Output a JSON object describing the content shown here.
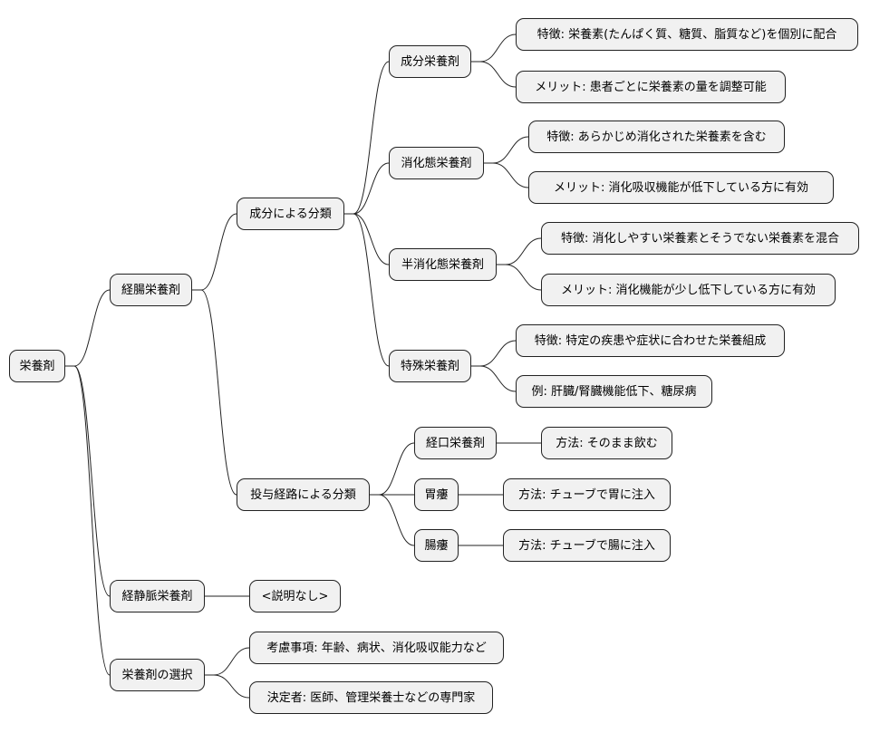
{
  "mindmap": {
    "root": "栄養剤",
    "enteral": {
      "label": "経腸栄養剤",
      "by_component": {
        "label": "成分による分類",
        "component": {
          "label": "成分栄養剤",
          "feature": "特徴: 栄養素(たんぱく質、糖質、脂質など)を個別に配合",
          "merit": "メリット: 患者ごとに栄養素の量を調整可能"
        },
        "digested": {
          "label": "消化態栄養剤",
          "feature": "特徴: あらかじめ消化された栄養素を含む",
          "merit": "メリット: 消化吸収機能が低下している方に有効"
        },
        "semi": {
          "label": "半消化態栄養剤",
          "feature": "特徴: 消化しやすい栄養素とそうでない栄養素を混合",
          "merit": "メリット: 消化機能が少し低下している方に有効"
        },
        "special": {
          "label": "特殊栄養剤",
          "feature": "特徴: 特定の疾患や症状に合わせた栄養組成",
          "example": "例: 肝臓/腎臓機能低下、糖尿病"
        }
      },
      "by_route": {
        "label": "投与経路による分類",
        "oral": {
          "label": "経口栄養剤",
          "method": "方法: そのまま飲む"
        },
        "gastric": {
          "label": "胃瘻",
          "method": "方法: チューブで胃に注入"
        },
        "intestinal": {
          "label": "腸瘻",
          "method": "方法: チューブで腸に注入"
        }
      }
    },
    "parenteral": {
      "label": "経静脈栄養剤",
      "note": "<説明なし>"
    },
    "selection": {
      "label": "栄養剤の選択",
      "considerations": "考慮事項: 年齢、病状、消化吸収能力など",
      "decider": "決定者: 医師、管理栄養士などの専門家"
    }
  }
}
